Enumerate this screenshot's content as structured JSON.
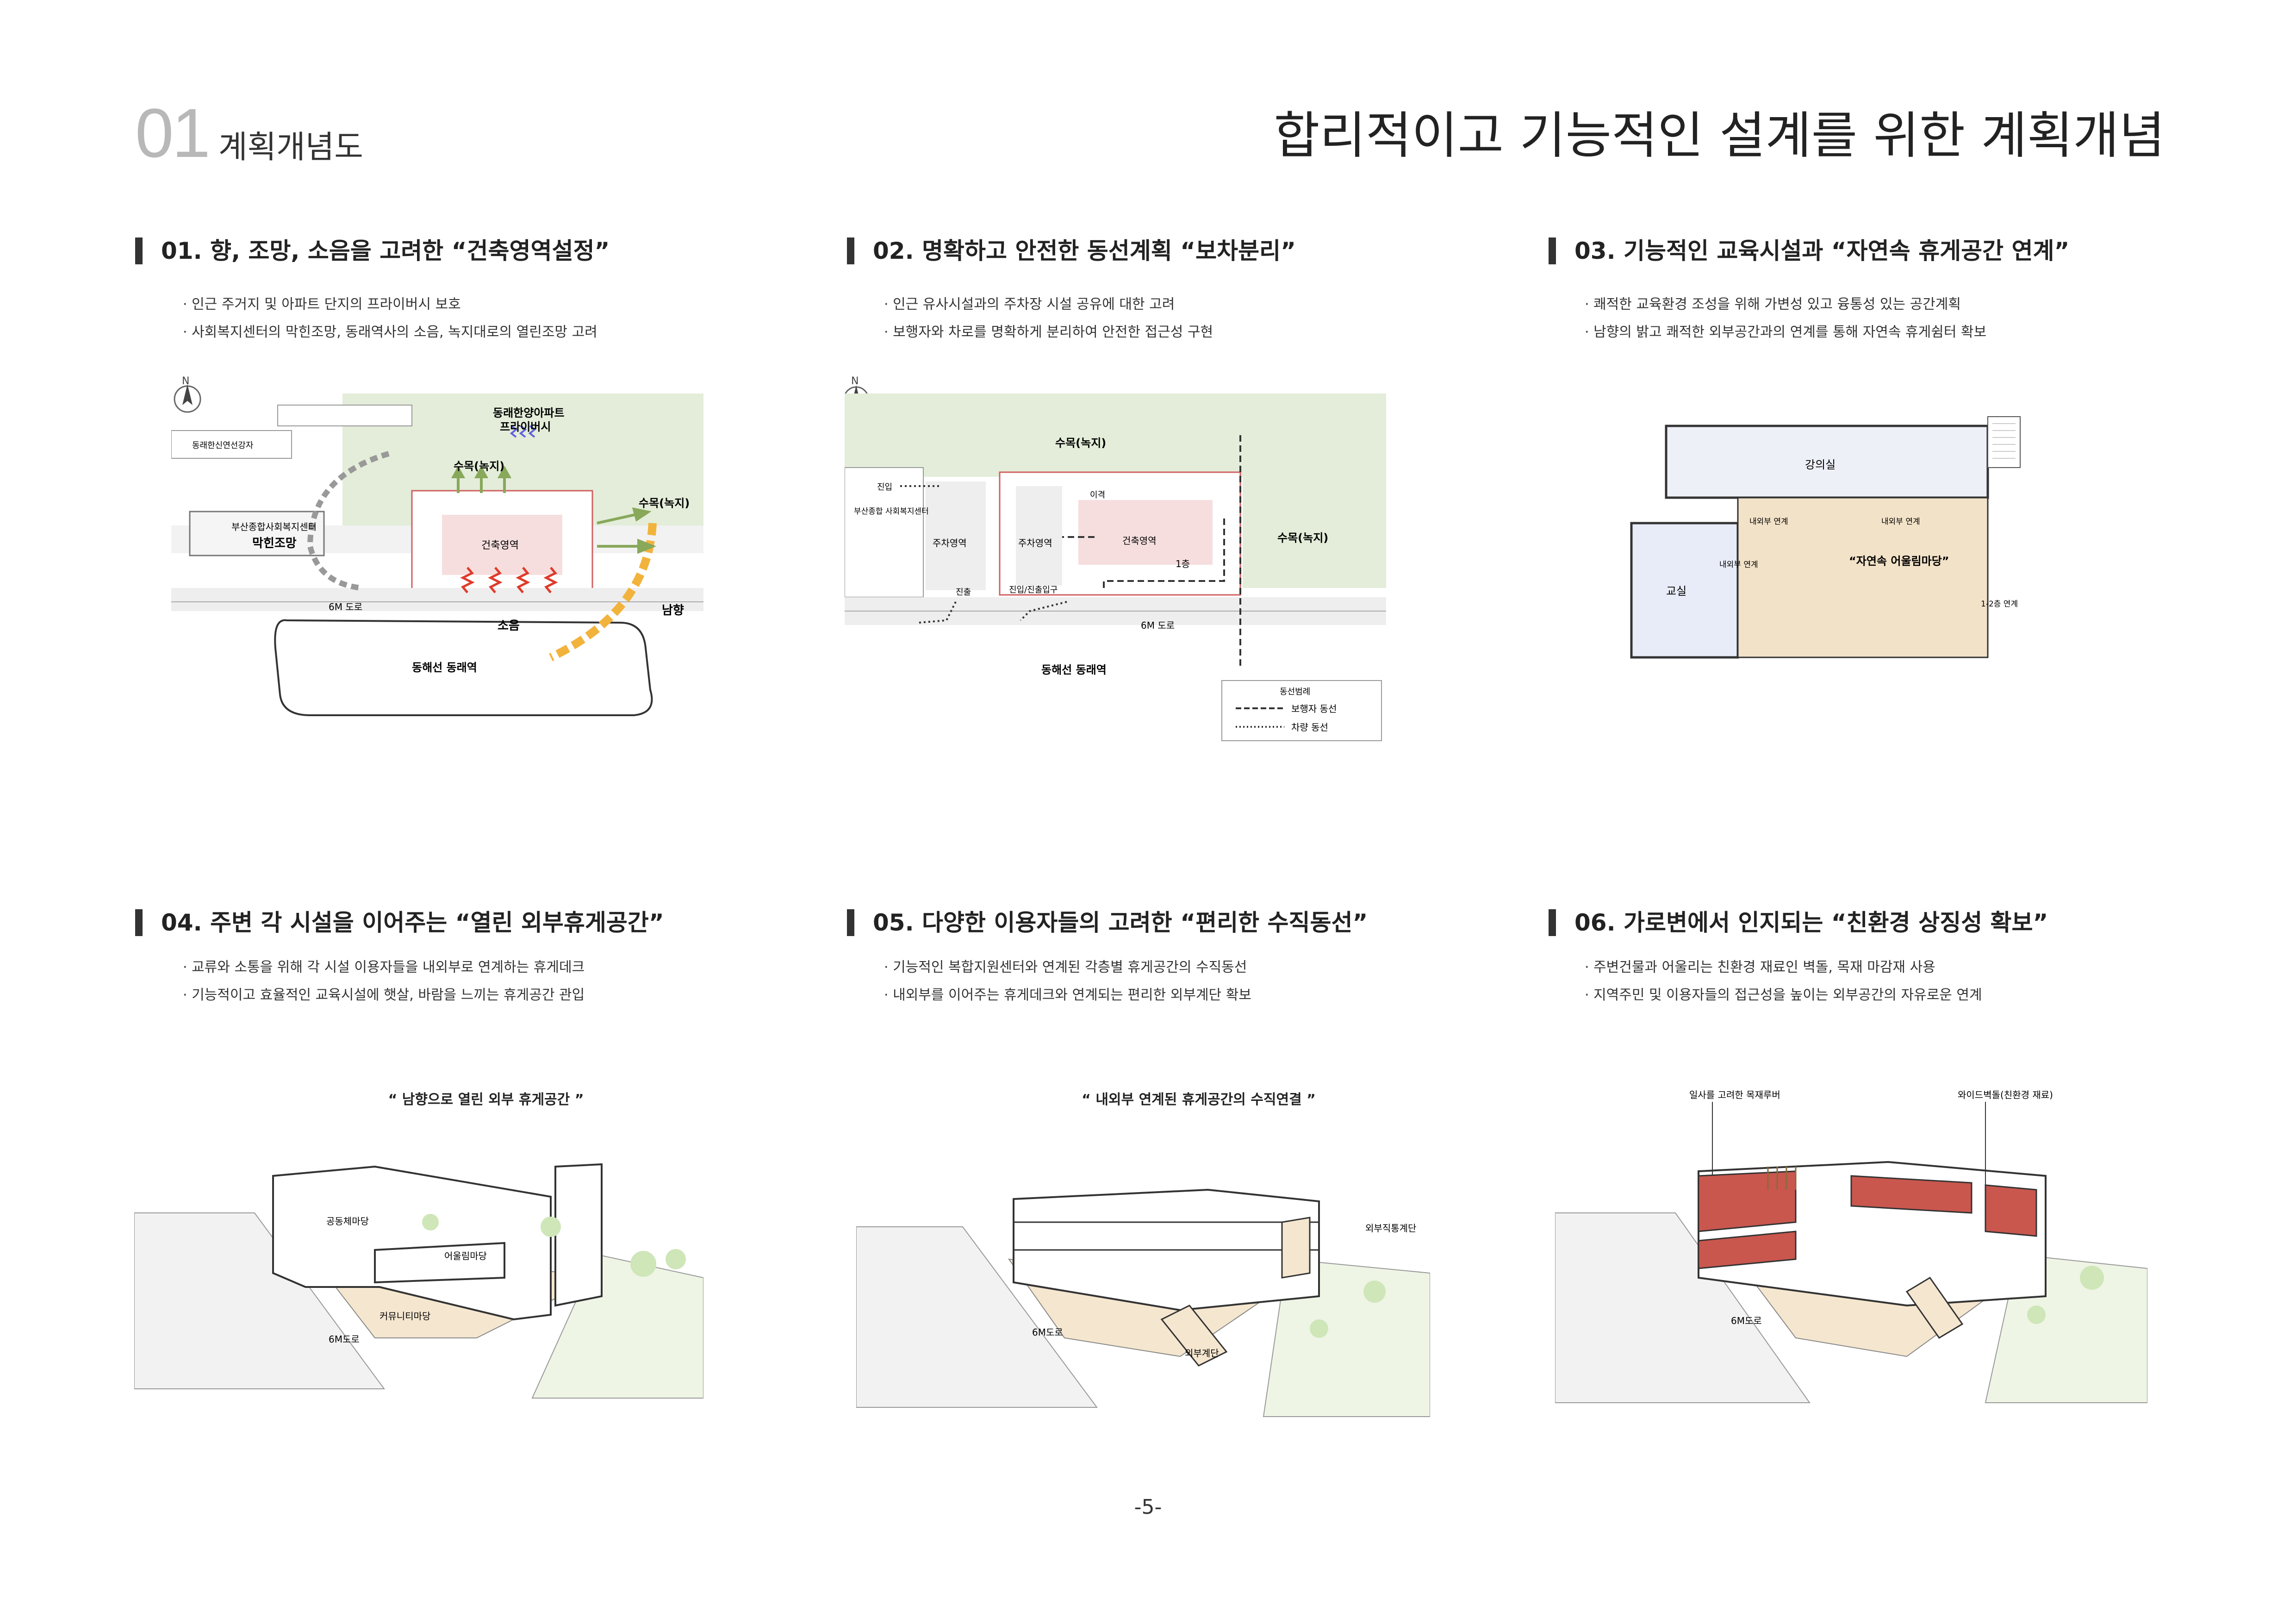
{
  "header": {
    "number": "01",
    "subtitle": "계획개념도",
    "main_title": "합리적이고 기능적인 설계를 위한 계획개념"
  },
  "sections": [
    {
      "title": "01. 향, 조망, 소음을 고려한 “건축영역설정”",
      "bullets": [
        "인근 주거지 및 아파트 단지의 프라이버시 보호",
        "사회복지센터의 막힌조망, 동래역사의 소음, 녹지대로의 열린조망 고려"
      ],
      "labels": {
        "apt": "동래한양아파트",
        "privacy": "프라이버시",
        "church": "동래한신연선강자",
        "green_top": "수목(녹지)",
        "green_right": "수목(녹지)",
        "welfare": "부산종합사회복지센터",
        "blocked": "막힌조망",
        "building": "건축영역",
        "road": "6M 도로",
        "noise": "소음",
        "south": "남향",
        "station": "동해선 동래역"
      }
    },
    {
      "title": "02. 명확하고 안전한 동선계획 “보차분리”",
      "bullets": [
        "인근 유사시설과의 주차장 시설 공유에 대한 고려",
        "보행자와 차로를 명확하게 분리하여 안전한 접근성 구현"
      ],
      "labels": {
        "green_top": "수목(녹지)",
        "green_right": "수목(녹지)",
        "entry": "진입",
        "welfare": "부산종합\n사회복지센터",
        "parking1": "주차영역",
        "parking2": "주차영역",
        "building": "건축영역",
        "floor": "1층",
        "move": "이격",
        "exit": "진출",
        "entry_exit": "진입/진출입구",
        "road": "6M 도로",
        "station": "동해선 동래역",
        "legend_title": "동선범례",
        "legend_ped": "보행자 동선",
        "legend_car": "차량 동선"
      }
    },
    {
      "title": "03. 기능적인 교육시설과 “자연속 휴게공간 연계”",
      "bullets": [
        "쾌적한 교육환경 조성을 위해 가변성 있고 융통성 있는 공간계획",
        "남향의 밝고 쾌적한 외부공간과의 연계를 통해 자연속 휴게쉼터 확보"
      ],
      "labels": {
        "lecture": "강의실",
        "link1": "내외부 연계",
        "link2": "내외부 연계",
        "link3": "내외부 연계",
        "classroom": "교실",
        "yard": "“자연속 어울림마당”",
        "floors": "1-2층 연계"
      }
    },
    {
      "title": "04. 주변 각 시설을 이어주는 “열린 외부휴게공간”",
      "bullets": [
        "교류와 소통을 위해 각 시설 이용자들을 내외부로 연계하는 휴게데크",
        "기능적이고 효율적인 교육시설에 햇살, 바람을 느끼는 휴게공간 관입"
      ],
      "caption": "“ 남향으로 열린 외부 휴게공간 ”",
      "labels": {
        "community": "공동체마당",
        "gathering": "어울림마당",
        "commons": "커뮤니티마당",
        "road": "6M도로"
      }
    },
    {
      "title": "05. 다양한 이용자들의 고려한 “편리한 수직동선”",
      "bullets": [
        "기능적인 복합지원센터와 연계된 각층별 휴게공간의 수직동선",
        "내외부를 이어주는 휴게데크와 연계되는 편리한 외부계단 확보"
      ],
      "caption": "“ 내외부 연계된 휴게공간의 수직연결 ”",
      "labels": {
        "stairs_v": "외부직통계단",
        "stairs": "외부계단",
        "road": "6M도로"
      }
    },
    {
      "title": "06. 가로변에서 인지되는 “친환경 상징성 확보”",
      "bullets": [
        "주변건물과 어울리는 친환경 재료인 벽돌, 목재 마감재 사용",
        "지역주민 및 이용자들의 접근성을 높이는 외부공간의 자유로운 연계"
      ],
      "labels": {
        "louver": "일사를 고려한 목재루버",
        "brick": "와이드벽돌(친환경 재료)",
        "road": "6M도로"
      }
    }
  ],
  "page_number": "-5-",
  "colors": {
    "green": "#e3edd9",
    "pink": "#f6dede",
    "orange": "#f2b33c",
    "brick": "#c9574e",
    "wood": "#ecd8b4"
  }
}
